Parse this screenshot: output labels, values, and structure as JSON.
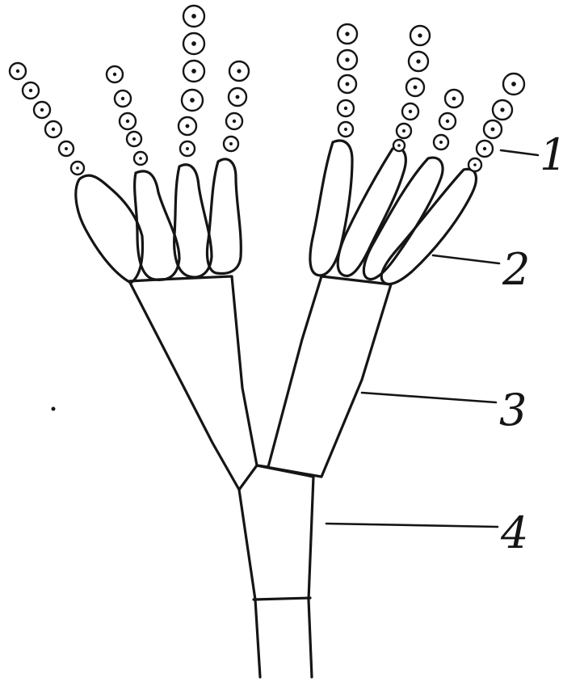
{
  "figure": {
    "background": "#ffffff",
    "ink_color": "#151515",
    "labels": [
      {
        "id": "label-1",
        "text": "1"
      },
      {
        "id": "label-2",
        "text": "2"
      },
      {
        "id": "label-3",
        "text": "3"
      },
      {
        "id": "label-4",
        "text": "4"
      }
    ]
  }
}
